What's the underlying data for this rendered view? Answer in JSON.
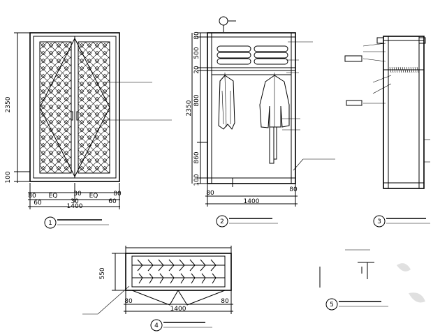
{
  "front_elevation": {
    "dim_total_height": "2350",
    "dim_base": "100",
    "dim_left_a": "80",
    "dim_left_b": "60",
    "dim_eq_left": "EQ",
    "dim_center_a": "30",
    "dim_center_b": "30",
    "dim_eq_right": "EQ",
    "dim_right_a": "80",
    "dim_right_b": "60",
    "dim_width": "1400",
    "callout_number": "1"
  },
  "interior_elevation": {
    "dim_top": "80",
    "dim_shelf": "500",
    "dim_gap": "20",
    "dim_hang": "800",
    "dim_total": "2350",
    "dim_lower": "860",
    "dim_base": "100",
    "dim_bottom_left": "80",
    "dim_bottom_right": "80",
    "dim_width": "1400",
    "callout_number": "2"
  },
  "section": {
    "callout_number": "3"
  },
  "plan": {
    "dim_depth": "550",
    "dim_left": "80",
    "dim_right": "80",
    "dim_width": "1400",
    "callout_number": "4"
  },
  "detail": {
    "callout_number": "5"
  }
}
